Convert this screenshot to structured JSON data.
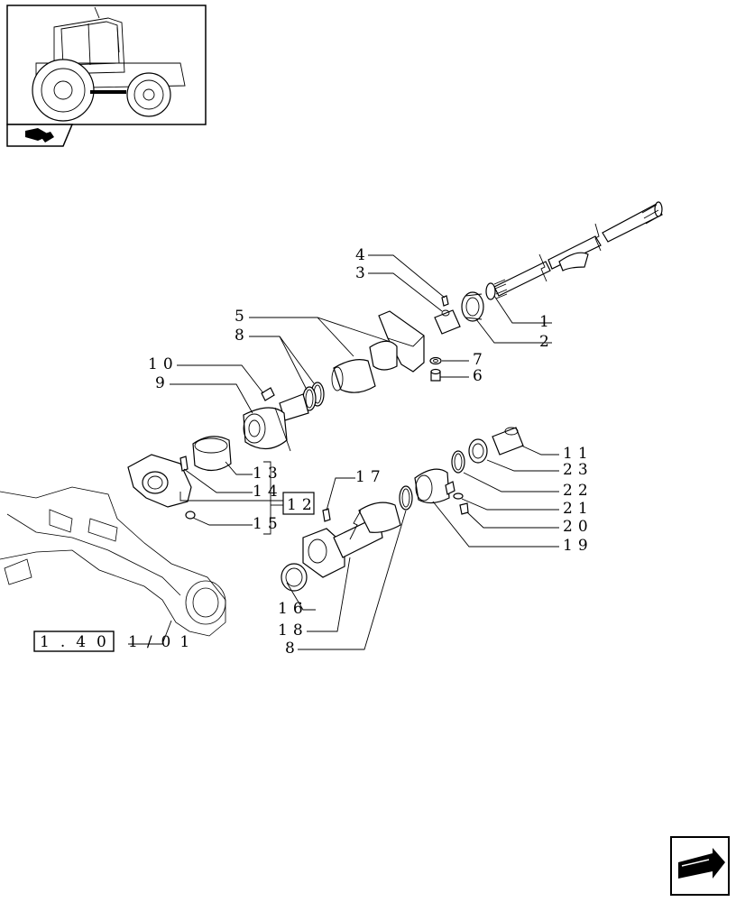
{
  "labels": {
    "l1": "1",
    "l2": "2",
    "l3": "3",
    "l4": "4",
    "l5": "5",
    "l6": "6",
    "l7": "7",
    "l8a": "8",
    "l8b": "8",
    "l9": "9",
    "l10": "10",
    "l11": "11",
    "l12": "12",
    "l13": "13",
    "l14": "14",
    "l15": "15",
    "l16": "16",
    "l17": "17",
    "l18": "18",
    "l19": "19",
    "l20": "20",
    "l21": "21",
    "l22": "22",
    "l23": "23"
  },
  "reference_box": "1.40",
  "reference_suffix": "1/01"
}
